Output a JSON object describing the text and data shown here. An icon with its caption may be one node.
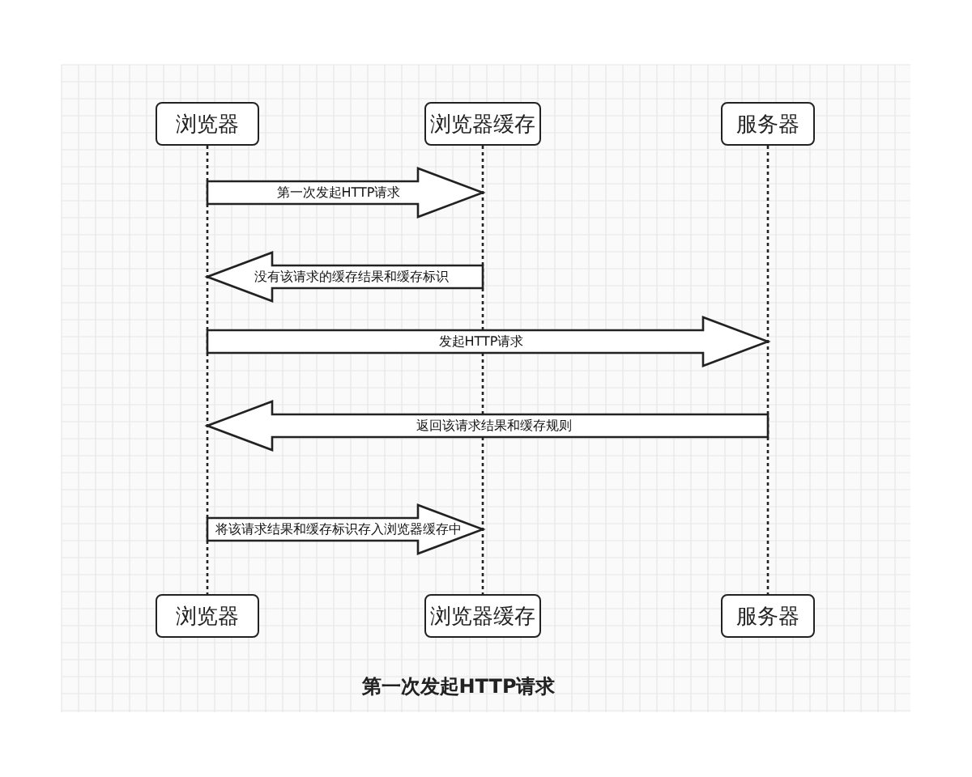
{
  "diagram": {
    "caption": "第一次发起HTTP请求",
    "nodes": [
      {
        "text": [
          "浏览器"
        ]
      },
      {
        "text": [
          "浏览器缓存"
        ]
      },
      {
        "text": [
          "服务器"
        ]
      },
      {
        "text": [
          "浏览器"
        ]
      },
      {
        "text": [
          "浏览器缓存"
        ]
      },
      {
        "text": [
          "服务器"
        ]
      }
    ],
    "edges": [
      {
        "from": 0,
        "to": 1,
        "arrow": "to",
        "label": "第一次发起HTTP请求"
      },
      {
        "from": 1,
        "to": 0,
        "arrow": "to",
        "label": "没有该请求的缓存结果和缓存标识"
      },
      {
        "from": 0,
        "to": 2,
        "arrow": "to",
        "label": "发起HTTP请求"
      },
      {
        "from": 2,
        "to": 0,
        "arrow": "to",
        "label": "返回该请求结果和缓存规则"
      },
      {
        "from": 3,
        "to": 4,
        "arrow": "to",
        "label": "将该请求结果和缓存标识存入浏览器缓存中"
      },
      {
        "from": 0,
        "to": 3,
        "arrow": "none",
        "style": "dashed"
      },
      {
        "from": 1,
        "to": 4,
        "arrow": "none",
        "style": "dashed"
      },
      {
        "from": 2,
        "to": 5,
        "arrow": "none",
        "style": "dashed"
      }
    ]
  }
}
